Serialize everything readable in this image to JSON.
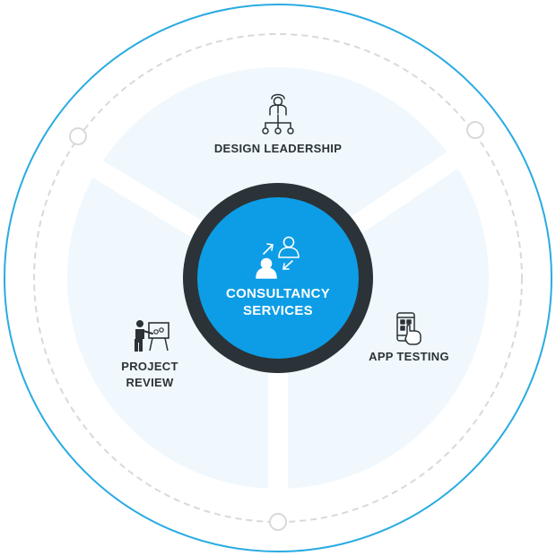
{
  "center": {
    "line1": "CONSULTANCY",
    "line2": "SERVICES",
    "icon": "consultancy-people-icon"
  },
  "segments": {
    "design_leadership": {
      "label": "DESIGN LEADERSHIP",
      "icon": "org-hierarchy-icon"
    },
    "project_review": {
      "line1": "PROJECT",
      "line2": "REVIEW",
      "icon": "presenter-board-icon"
    },
    "app_testing": {
      "label": "APP TESTING",
      "icon": "phone-touch-icon"
    }
  },
  "colors": {
    "outer_ring": "#29abe2",
    "dashed_ring": "#d9d9d9",
    "segment_fill": "#f0f8fd",
    "hub_ring": "#2b3338",
    "hub_fill": "#0d9de6",
    "text_dark": "#2b3338",
    "icon_dark": "#2b3338"
  }
}
